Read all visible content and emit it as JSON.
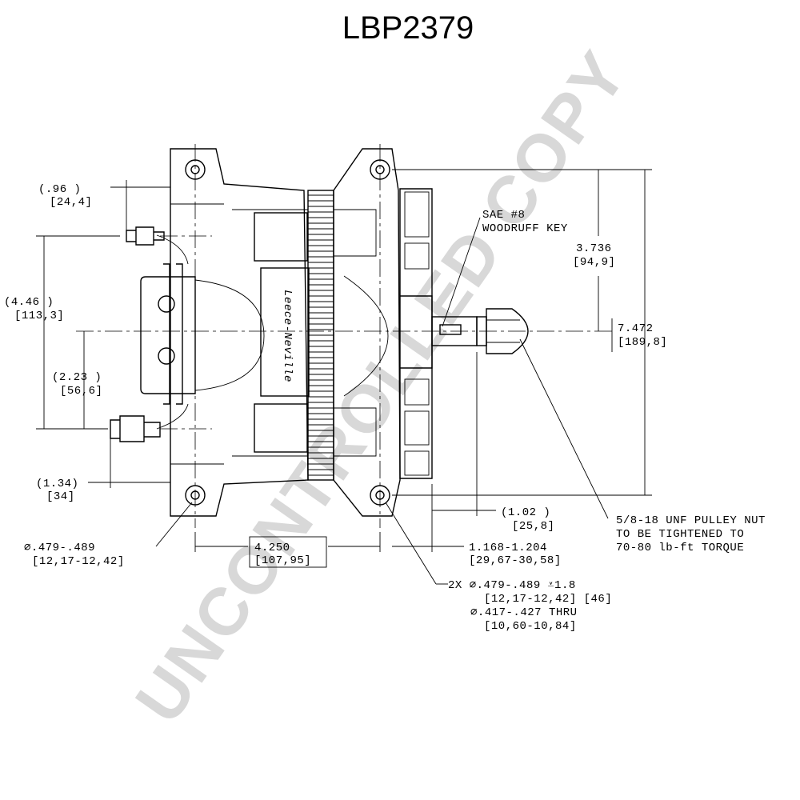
{
  "title": "LBP2379",
  "watermark": "UNCONTROLLED COPY",
  "logo_text": "Leece-Neville",
  "dimensions": {
    "d_096_in": "(.96    )",
    "d_096_mm": "[24,4]",
    "d_446_in": "(4.46    )",
    "d_446_mm": "[113,3]",
    "d_223_in": "(2.23    )",
    "d_223_mm": "[56,6]",
    "d_134_in": "(1.34)",
    "d_134_mm": "[34]",
    "hole_dia_in": "∅.479-.489",
    "hole_dia_mm": "[12,17-12,42]",
    "d_4250_in": "4.250",
    "d_4250_mm": "[107,95]",
    "d_3736_in": "3.736",
    "d_3736_mm": "[94,9]",
    "d_7472_in": "7.472",
    "d_7472_mm": "[189,8]",
    "d_102_in": "(1.02    )",
    "d_102_mm": "[25,8]",
    "d_1168_in": "1.168-1.204",
    "d_1168_mm": "[29,67-30,58]"
  },
  "notes": {
    "key_line1": "SAE #8",
    "key_line2": "WOODRUFF KEY",
    "nut_line1": "5/8-18 UNF PULLEY NUT",
    "nut_line2": "TO BE TIGHTENED TO",
    "nut_line3": "70-80 lb-ft TORQUE",
    "holes_line1": "2X ∅.479-.489    ⩡1.8",
    "holes_line2": "[12,17-12,42] [46]",
    "holes_line3": "∅.417-.427    THRU",
    "holes_line4": "[10,60-10,84]"
  }
}
